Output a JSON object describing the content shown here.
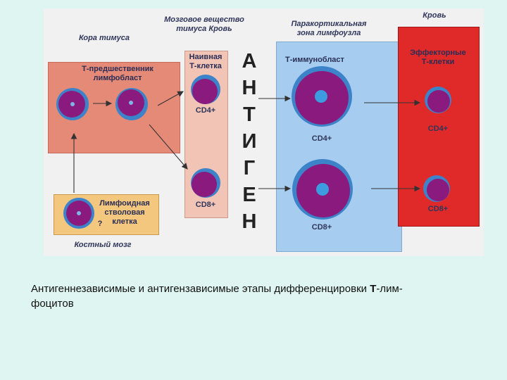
{
  "regions": {
    "thymus_cortex": "Кора тимуса",
    "thymus_medulla": "Мозговое вещество\nтимуса Кровь",
    "paracortical_zone": "Паракортикальная\nзона лимфоузла",
    "blood": "Кровь",
    "bone_marrow": "Костный мозг"
  },
  "boxes": {
    "precursor": "Т-предшественник\nлимфобласт",
    "naive": "Наивная\nТ-клетка",
    "immunoblast": "Т-иммунобласт",
    "effector": "Эффекторные\nТ-клетки",
    "stem_cell": "Лимфоидная\nстволовая\nклетка",
    "stem_question": "?"
  },
  "markers": {
    "naive_cd4": "CD4+",
    "naive_cd8": "CD8+",
    "immunoblast_cd4": "CD4+",
    "immunoblast_cd8": "CD8+",
    "effector_cd4": "CD4+",
    "effector_cd8": "CD8+"
  },
  "antigen_letters": [
    "А",
    "Н",
    "Т",
    "И",
    "Г",
    "Е",
    "Н"
  ],
  "caption": {
    "part1": "Антигеннезависимые и антигензависимые этапы дифференцировки ",
    "bold": "Т",
    "part2": "-лим-\nфоцитов"
  },
  "colors": {
    "page_bg": "#dff5f1",
    "cortex_box": "#e68a78",
    "naive_box": "#f2c4b6",
    "lymph_node_box": "#a6cdef",
    "blood_box": "#e02a2a",
    "marrow_box": "#f3c87e",
    "cell_purple": "#8a1a7e",
    "cell_blue": "#3d83c9"
  }
}
